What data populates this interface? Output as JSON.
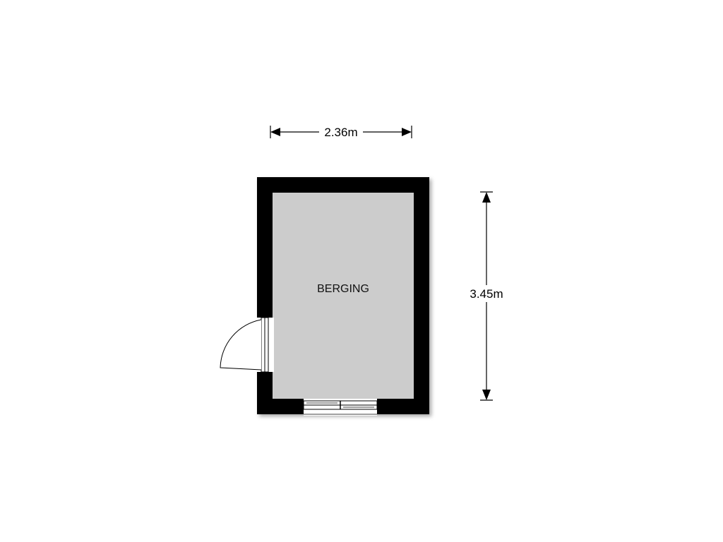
{
  "floorplan": {
    "room": {
      "label": "BERGING"
    },
    "dimensions": {
      "width": "2.36m",
      "depth": "3.45m"
    },
    "colors": {
      "wall": "#000000",
      "floor": "#cccccc",
      "background": "#ffffff"
    }
  }
}
